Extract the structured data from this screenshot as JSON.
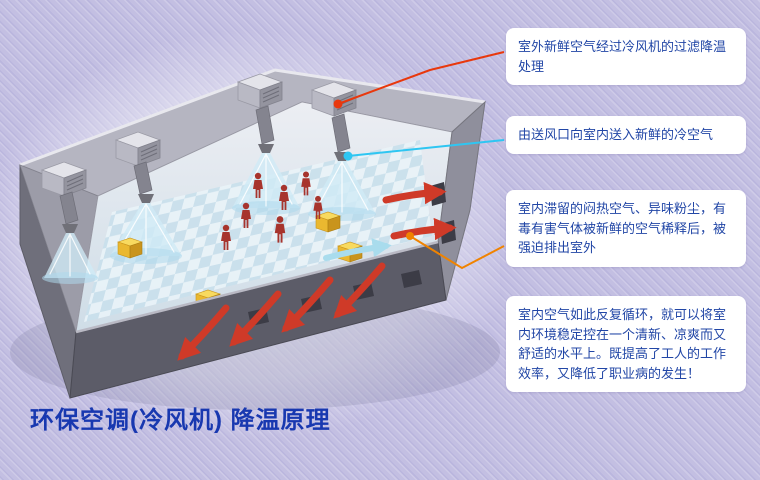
{
  "page": {
    "title": "环保空调(冷风机) 降温原理",
    "title_color": "#1838b0",
    "background_color": "#c3bfe2"
  },
  "callouts": [
    {
      "id": "outdoor-air-filtered-cooled",
      "text": "室外新鲜空气经过冷风机的过滤降温处理",
      "connector_color": "#e8380d"
    },
    {
      "id": "supply-cold-air-indoors",
      "text": "由送风口向室内送入新鲜的冷空气",
      "connector_color": "#2ec6f2"
    },
    {
      "id": "stale-air-forced-out",
      "text": "室内滞留的闷热空气、异味粉尘，有毒有害气体被新鲜的空气稀释后，被强迫排出室外",
      "connector_color": "#f08300"
    },
    {
      "id": "circulation-benefits",
      "text": "室内空气如此反复循环，就可以将室内环境稳定控在一个清新、凉爽而又舒适的水平上。既提高了工人的工作效率，又降低了职业病的发生！",
      "connector_color": null
    }
  ],
  "colors": {
    "callout_text": "#2146a6",
    "callout_background": "#ffffff",
    "exhaust_arrow": "#cf3a28",
    "supply_arrow": "#a9dced",
    "connector_red": "#e8380d",
    "connector_cyan": "#2ec6f2",
    "connector_orange": "#f08300"
  }
}
